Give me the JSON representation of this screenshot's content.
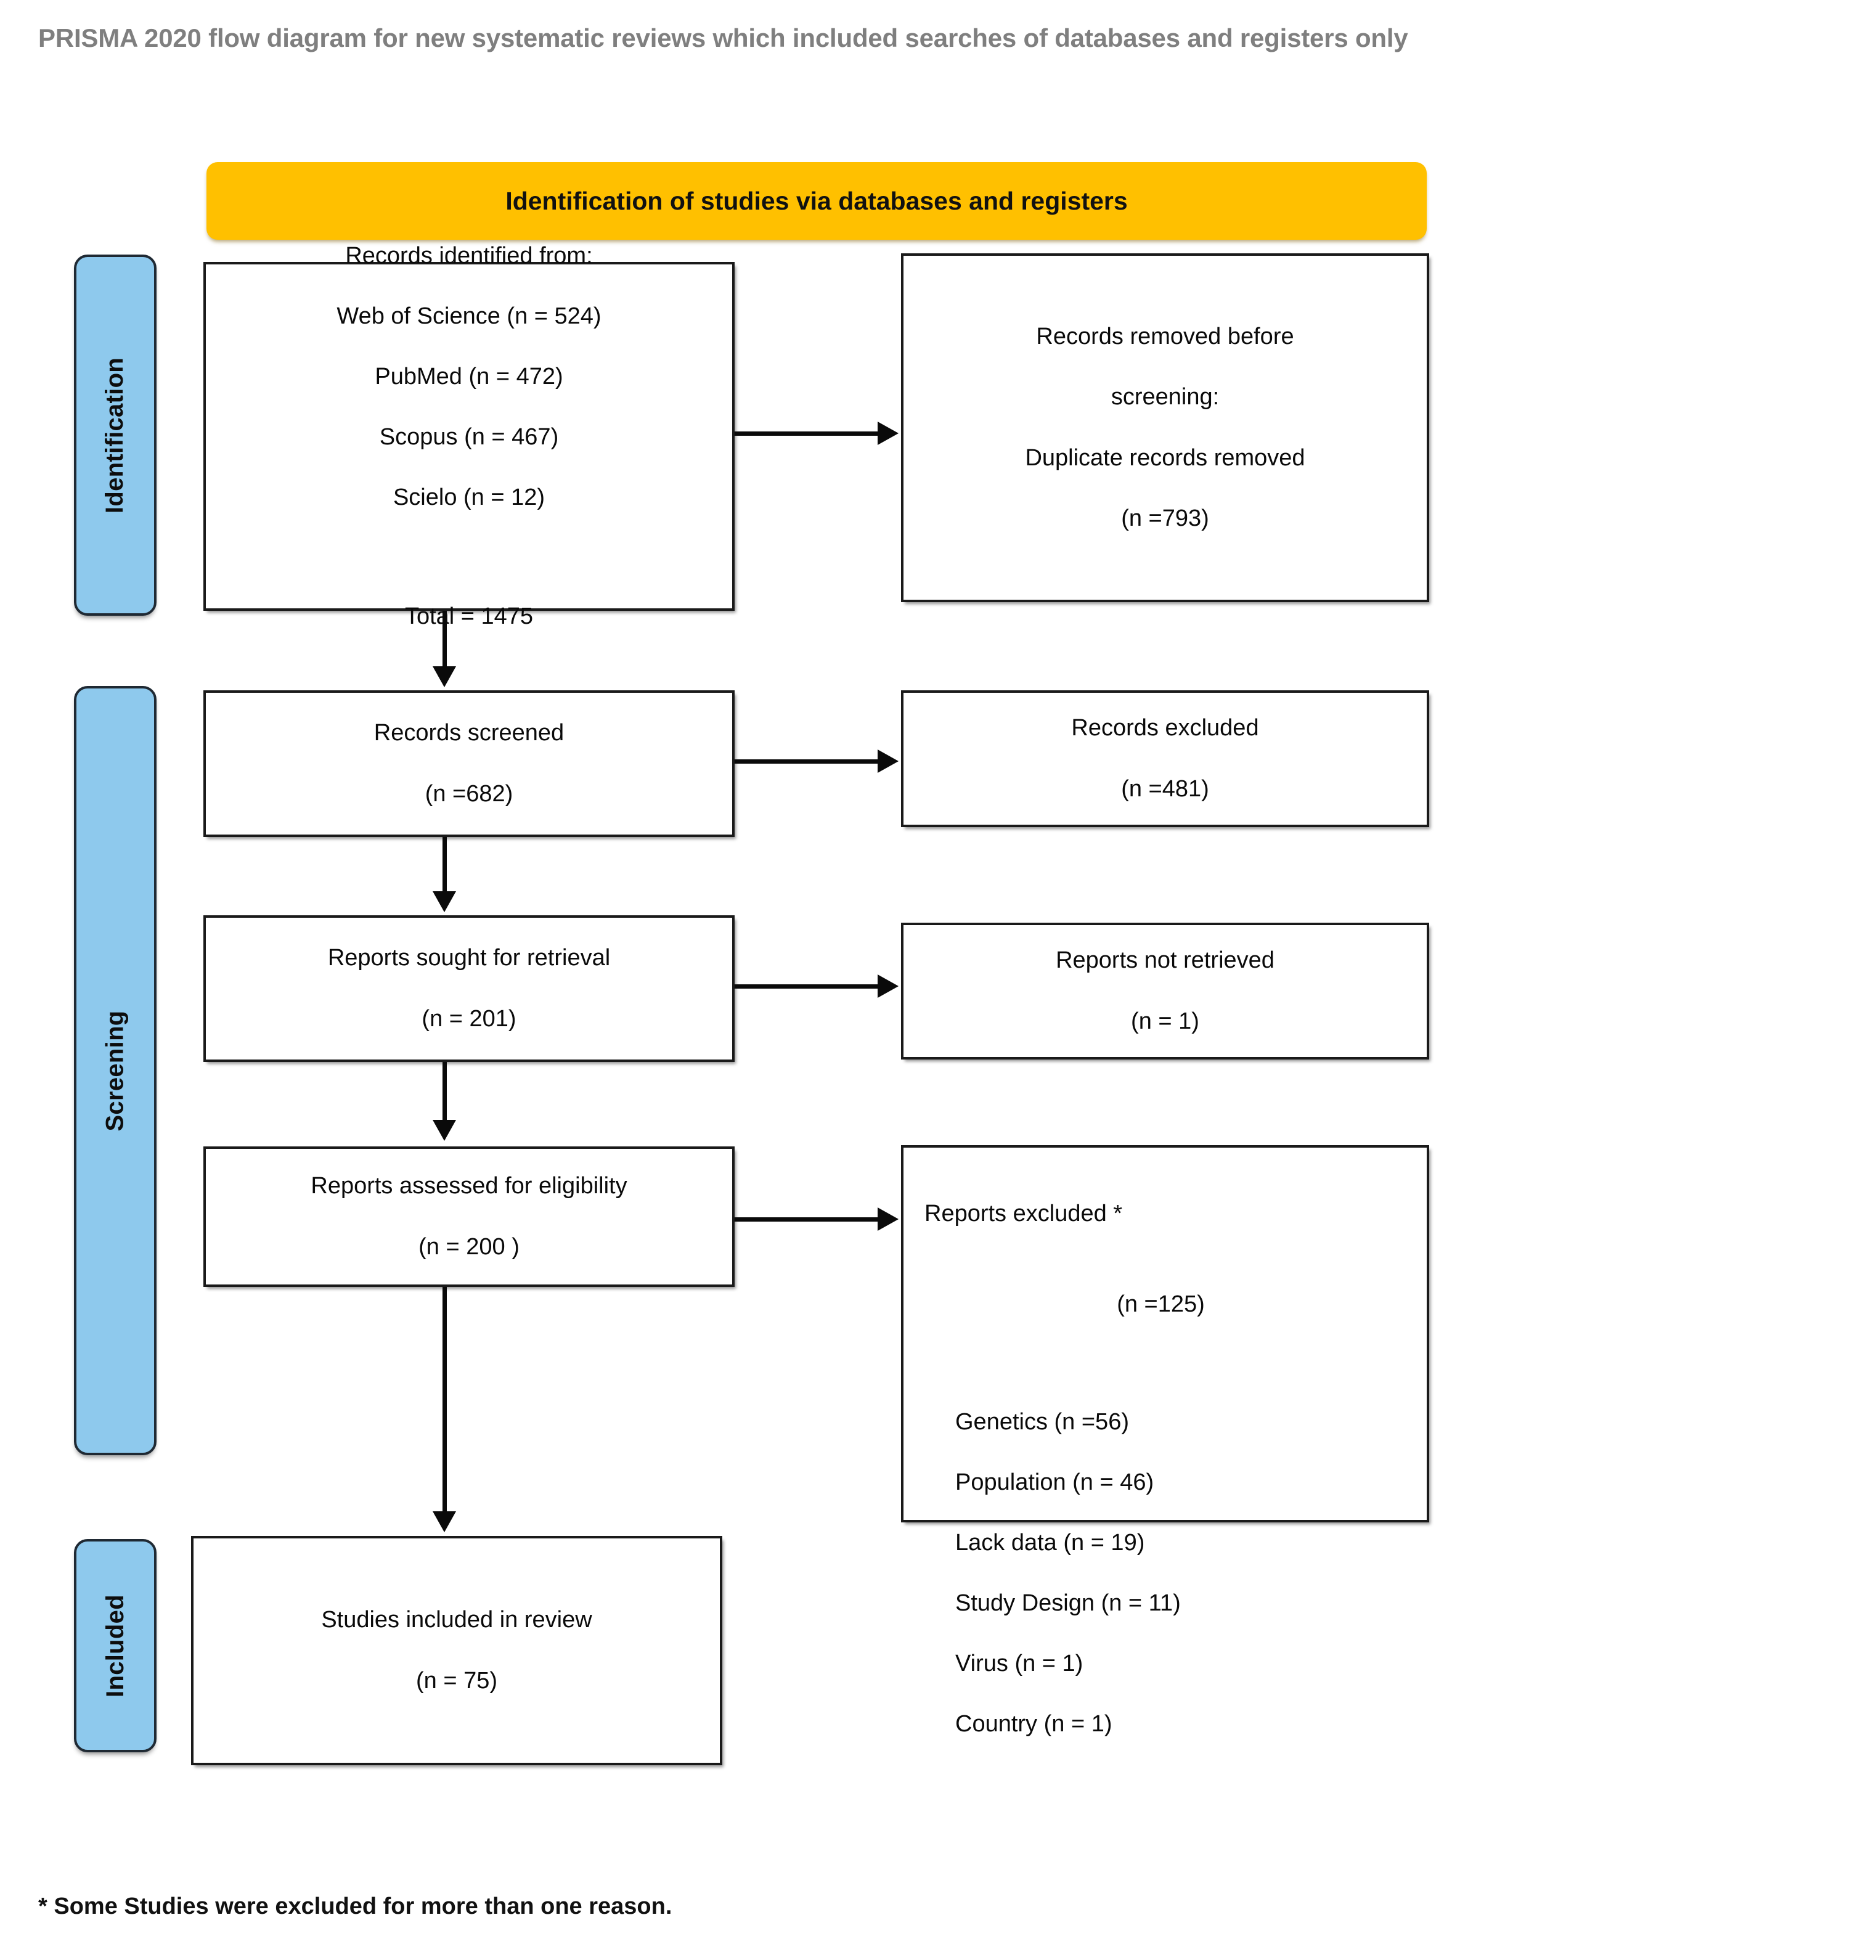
{
  "page": {
    "title": "PRISMA 2020 flow diagram for new systematic reviews which included searches of databases and registers only",
    "footnote": "* Some Studies were excluded for more than one reason.",
    "accent_orange": "#FFC000",
    "accent_blue": "#8EC9ED",
    "title_color": "#7F7F7F",
    "border_color": "#1A1A1A"
  },
  "stage_header": {
    "label": "Identification of studies via databases and registers"
  },
  "phases": [
    {
      "key": "identification",
      "label": "Identification"
    },
    {
      "key": "screening",
      "label": "Screening"
    },
    {
      "key": "included",
      "label": "Included"
    }
  ],
  "boxes": {
    "records_identified": {
      "heading": "Records identified from:",
      "sources": [
        {
          "name": "Web of Science",
          "n": 524,
          "text": "Web of Science (n = 524)"
        },
        {
          "name": "PubMed",
          "n": 472,
          "text": "PubMed (n = 472)"
        },
        {
          "name": "Scopus",
          "n": 467,
          "text": "Scopus (n = 467)"
        },
        {
          "name": "Scielo",
          "n": 12,
          "text": "Scielo (n = 12)"
        }
      ],
      "total_label": "Total = 1475",
      "total": 1475
    },
    "records_removed": {
      "line1_prefix": "Records removed ",
      "line1_em": "before",
      "line2_em": "screening",
      "line2_suffix": ":",
      "line3": "Duplicate records removed",
      "line4": "(n =793)",
      "n": 793
    },
    "records_screened": {
      "label": "Records screened",
      "count_text": "(n =682)",
      "n": 682
    },
    "records_excluded": {
      "label": "Records excluded",
      "count_text": "(n =481)",
      "n": 481
    },
    "reports_sought": {
      "label": "Reports sought for retrieval",
      "count_text": "(n = 201)",
      "n": 201
    },
    "reports_not_retrieved": {
      "label": "Reports not retrieved",
      "count_text": "(n = 1)",
      "n": 1
    },
    "reports_assessed": {
      "label": "Reports assessed for eligibility",
      "count_text": "(n = 200 )",
      "n": 200
    },
    "reports_excluded": {
      "label": "Reports excluded *",
      "count_text": "(n =125)",
      "n": 125,
      "reasons": [
        {
          "reason": "Genetics",
          "n": 56,
          "text": "Genetics (n =56)"
        },
        {
          "reason": "Population",
          "n": 46,
          "text": "Population (n = 46)"
        },
        {
          "reason": "Lack data",
          "n": 19,
          "text": "Lack data (n = 19)"
        },
        {
          "reason": "Study Design",
          "n": 11,
          "text": "Study Design (n = 11)"
        },
        {
          "reason": "Virus",
          "n": 1,
          "text": "Virus (n = 1)"
        },
        {
          "reason": "Country",
          "n": 1,
          "text": "Country (n = 1)"
        }
      ]
    },
    "studies_included": {
      "label": "Studies included in review",
      "count_text": "(n = 75)",
      "n": 75
    }
  }
}
